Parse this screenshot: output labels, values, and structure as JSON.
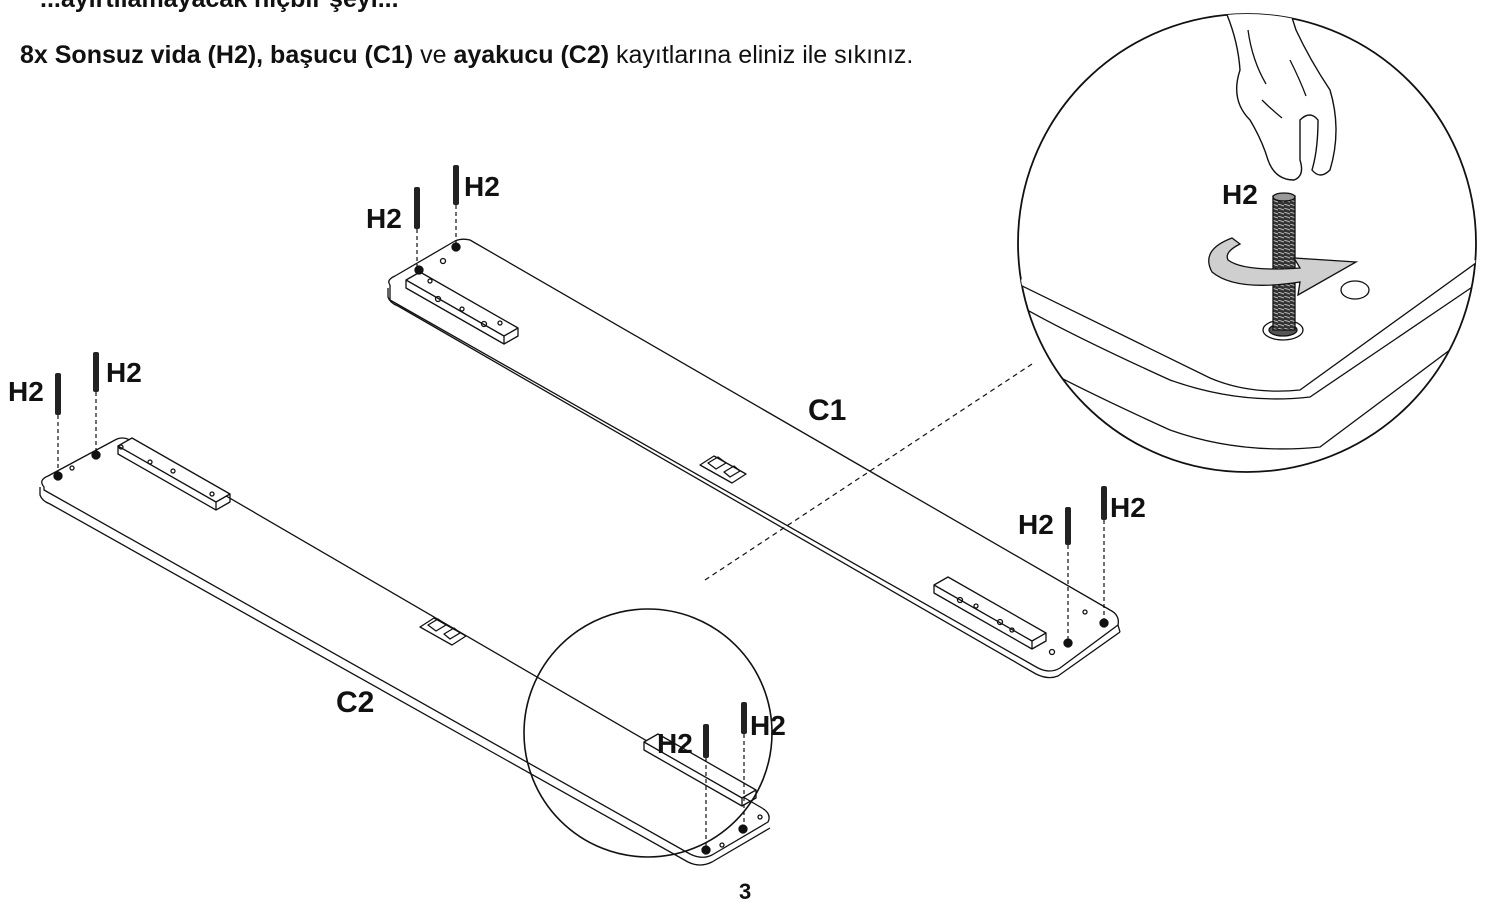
{
  "header": {
    "partial_line": "...ayırtılamayacak hiçbir şeyi..."
  },
  "instruction": {
    "part1": "8x Sonsuz vida (H2), başucu (C1)",
    "part2": " ve ",
    "part3": "ayakucu (C2)",
    "part4": " kayıtlarına eliniz ile sıkınız."
  },
  "parts": {
    "headboard_rail_label": "C1",
    "footboard_rail_label": "C2",
    "screw_label": "H2"
  },
  "page_number": "3",
  "colors": {
    "line": "#111111",
    "arrow_fill": "#cfcfcf",
    "background": "#ffffff"
  }
}
